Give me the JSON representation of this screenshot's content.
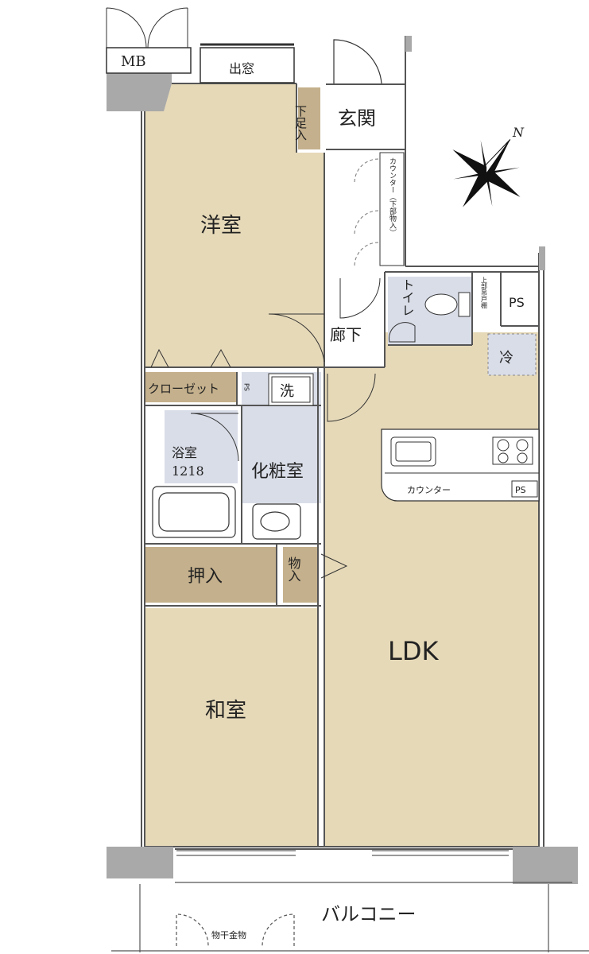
{
  "colors": {
    "room_fill": "#e6d9b8",
    "storage_fill": "#c4b08c",
    "wet_fill": "#d9dde8",
    "wall": "#aaaaaa",
    "column": "#999999",
    "line": "#333333"
  },
  "labels": {
    "mb": "MB",
    "bay_window": "出窓",
    "shoe_closet": "下足入",
    "entrance": "玄関",
    "western_room": "洋室",
    "counter_storage": "カウンター（下部物入）",
    "toilet": "トイレ",
    "upper_shelf": "上部吊戸棚",
    "ps_top": "PS",
    "corridor": "廊下",
    "fridge": "冷",
    "closet": "クローゼット",
    "ps_small": "PS",
    "washer": "洗",
    "bathroom": "浴室",
    "bath_size": "1218",
    "powder_room": "化粧室",
    "kitchen_counter": "カウンター",
    "ps_kitchen": "PS",
    "oshiire": "押入",
    "storage": "物入",
    "ldk": "LDK",
    "japanese_room": "和室",
    "balcony": "バルコニー",
    "laundry_hardware": "物干金物",
    "north": "N"
  },
  "icons": [
    "compass-rose-icon",
    "toilet-icon",
    "sink-icon",
    "stove-icon",
    "bathtub-icon",
    "washbasin-icon",
    "door-swing-icon"
  ]
}
